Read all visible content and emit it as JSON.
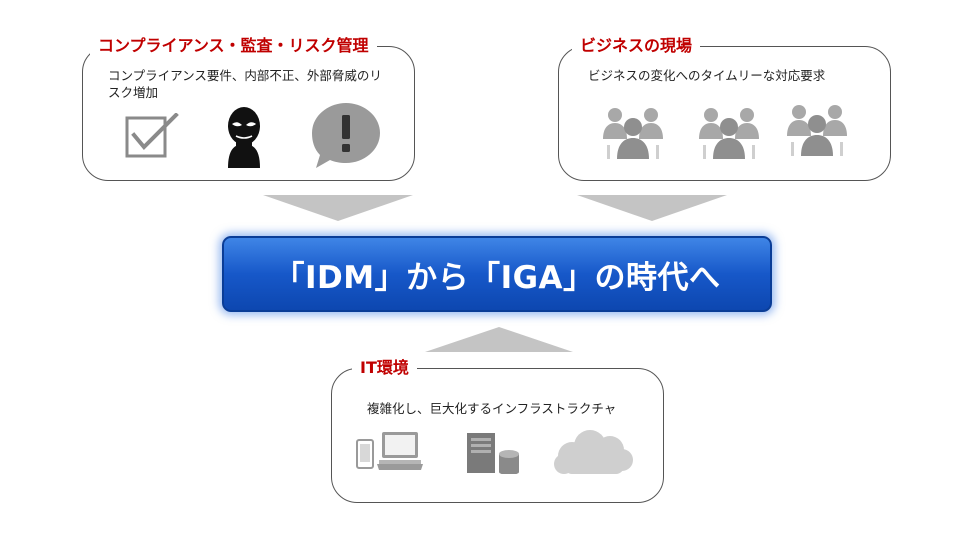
{
  "compliance": {
    "title": "コンプライアンス・監査・リスク管理",
    "description": "コンプライアンス要件、内部不正、外部脅威のリスク増加",
    "icons": [
      "checkbox-icon",
      "masked-intruder-icon",
      "warning-speech-bubble-icon"
    ]
  },
  "business": {
    "title": "ビジネスの現場",
    "description": "ビジネスの変化へのタイムリーな対応要求",
    "icons": [
      "user-group-icon",
      "user-group-icon",
      "user-group-icon"
    ]
  },
  "it": {
    "title": "IT環境",
    "description": "複雑化し、巨大化するインフラストラクチャ",
    "icons": [
      "devices-icon",
      "server-storage-icon",
      "cloud-icon"
    ]
  },
  "banner": {
    "text": "「IDM」から「IGA」の時代へ"
  },
  "colors": {
    "title_red": "#c00000",
    "banner_blue": "#1758c9",
    "arrow_gray": "#c4c4c4",
    "icon_gray": "#9a9a9a"
  }
}
